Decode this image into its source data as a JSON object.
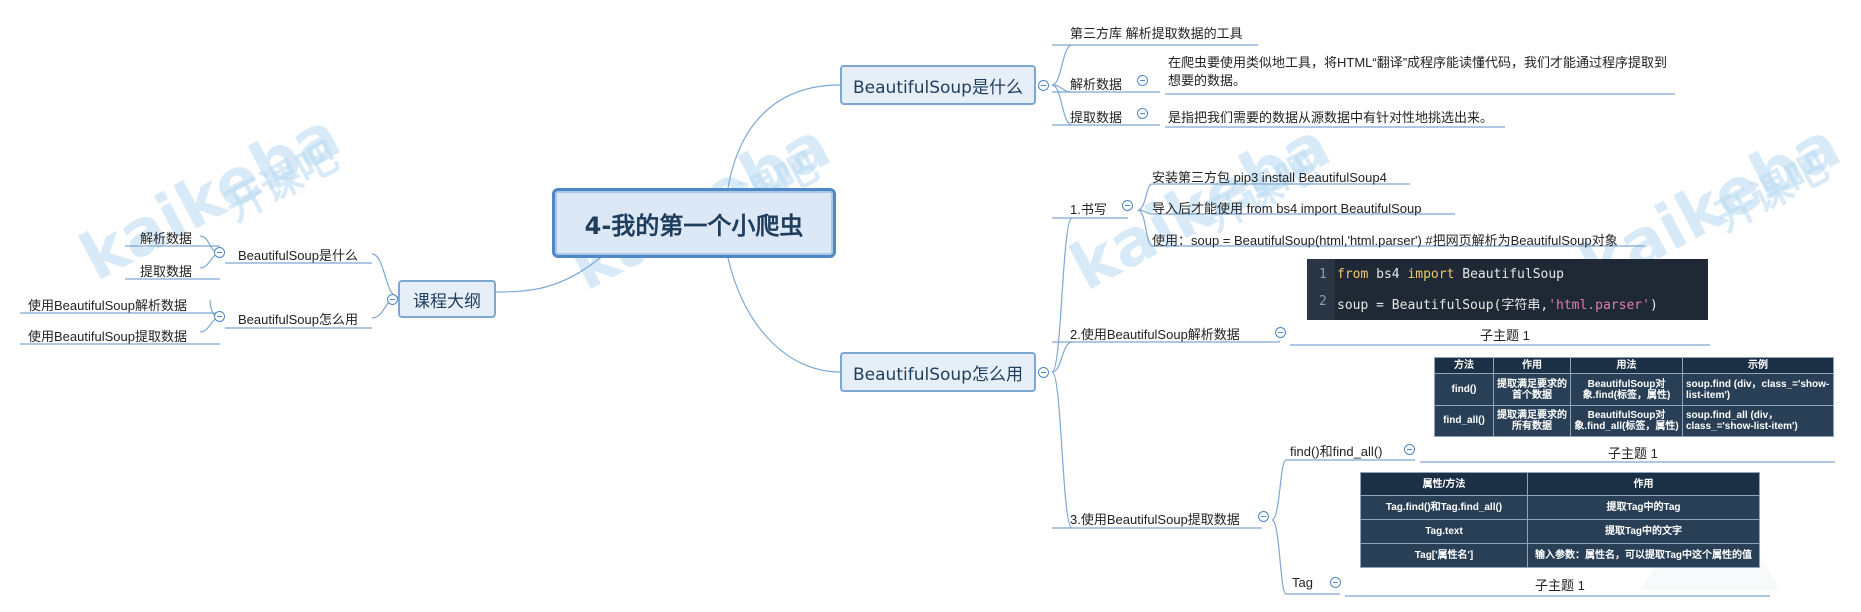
{
  "central": {
    "title": "4-我的第一个小爬虫"
  },
  "watermark": {
    "brand": "kaikeba",
    "cn": "开课吧"
  },
  "outline": {
    "label": "课程大纲",
    "items": [
      {
        "label": "BeautifulSoup是什么",
        "children": [
          "解析数据",
          "提取数据"
        ]
      },
      {
        "label": "BeautifulSoup怎么用",
        "children": [
          "使用BeautifulSoup解析数据",
          "使用BeautifulSoup提取数据"
        ]
      }
    ]
  },
  "what": {
    "label": "BeautifulSoup是什么",
    "lib": "第三方库  解析提取数据的工具",
    "parse": {
      "label": "解析数据",
      "desc": "在爬虫要使用类似地工具，将HTML“翻译”成程序能读懂代码，我们才能通过程序提取到想要的数据。"
    },
    "extract": {
      "label": "提取数据",
      "desc": "是指把我们需要的数据从源数据中有针对性地挑选出来。"
    }
  },
  "how": {
    "label": "BeautifulSoup怎么用",
    "write": {
      "label": "1.书写",
      "items": [
        "安装第三方包  pip3 install BeautifulSoup4",
        "导入后才能使用   from bs4 import BeautifulSoup",
        "使用：soup = BeautifulSoup(html,'html.parser') #把网页解析为BeautifulSoup对象"
      ]
    },
    "parse": {
      "label": "2.使用BeautifulSoup解析数据",
      "subtopic": "子主题 1",
      "code": {
        "line1": {
          "num": "1",
          "kw1": "from",
          "mid": " bs4 ",
          "kw2": "import",
          "rest": " BeautifulSoup"
        },
        "line2": {
          "num": "2",
          "pre": "soup = BeautifulSoup(字符串,",
          "str": "'html.parser'",
          "post": ")"
        }
      }
    },
    "extract": {
      "label": "3.使用BeautifulSoup提取数据",
      "find": {
        "label": "find()和find_all()",
        "subtopic": "子主题 1",
        "table": {
          "headers": [
            "方法",
            "作用",
            "用法",
            "示例"
          ],
          "rows": [
            [
              "find()",
              "提取满足要求的首个数据",
              "BeautifulSoup对象.find(标签，属性)",
              "soup.find (div，class_='show-list-item')"
            ],
            [
              "find_all()",
              "提取满足要求的所有数据",
              "BeautifulSoup对象.find_all(标签，属性)",
              "soup.find_all (div，class_='show-list-item')"
            ]
          ]
        }
      },
      "tag": {
        "label": "Tag",
        "subtopic": "子主题 1",
        "table": {
          "headers": [
            "属性/方法",
            "作用"
          ],
          "rows": [
            [
              "Tag.find()和Tag.find_all()",
              "提取Tag中的Tag"
            ],
            [
              "Tag.text",
              "提取Tag中的文字"
            ],
            [
              "Tag['属性名']",
              "输入参数：属性名，可以提取Tag中这个属性的值"
            ]
          ]
        }
      }
    }
  }
}
